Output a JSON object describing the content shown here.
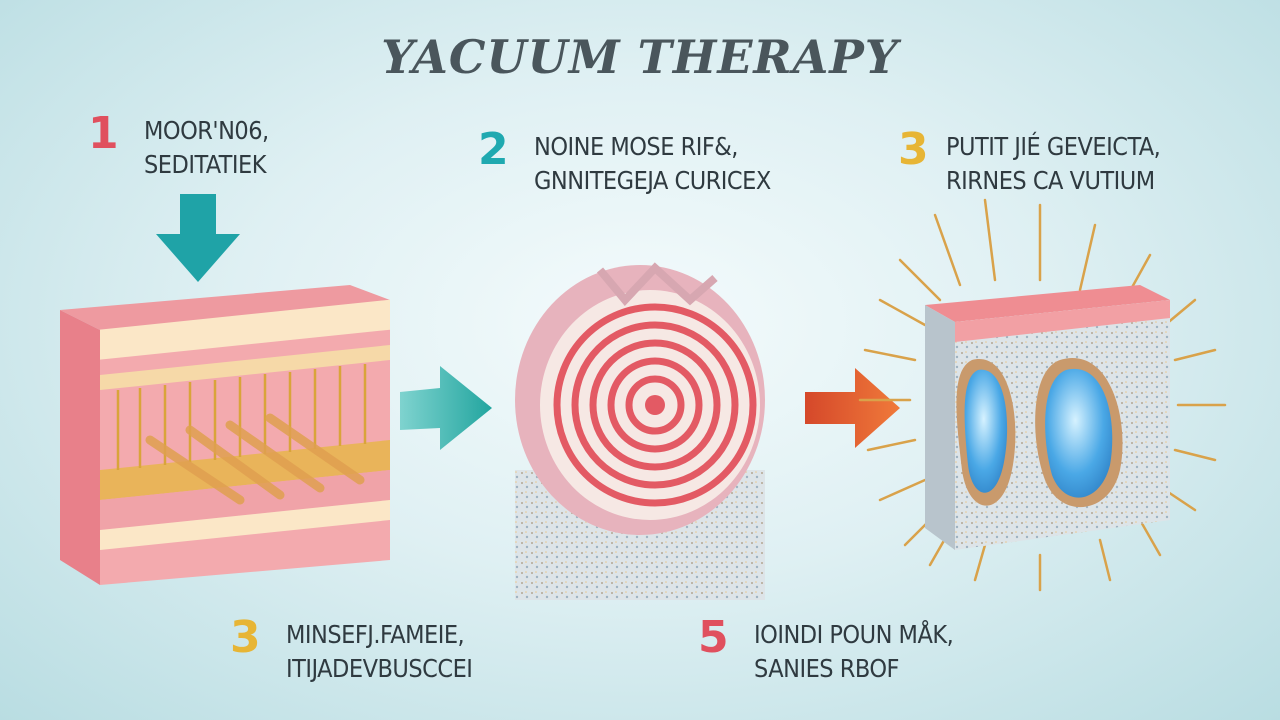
{
  "title": "YACUUM THERAPY",
  "colors": {
    "red": "#e0505e",
    "teal": "#1fa9b0",
    "yellow": "#e7b535",
    "orange": "#e46a3a"
  },
  "steps": [
    {
      "number": "1",
      "line1": "MOOR'N06,",
      "line2": "SEDITATIEK"
    },
    {
      "number": "2",
      "line1": "NOINE MOSE RIF&,",
      "line2": "GNNITEGEJA CURICEX"
    },
    {
      "number": "3",
      "line1": "PUTIT JIÉ GEVEICTA,",
      "line2": "RIRNES CA VUTIUM"
    },
    {
      "number": "3",
      "line1": "MINSEFJ.FAMEIE,",
      "line2": "ITIJADEVBUSCCEI"
    },
    {
      "number": "5",
      "line1": "IOINDI POUN MÅK,",
      "line2": "SANIES RBOF"
    }
  ],
  "icons": [
    "down-arrow-icon",
    "right-arrow-icon"
  ]
}
